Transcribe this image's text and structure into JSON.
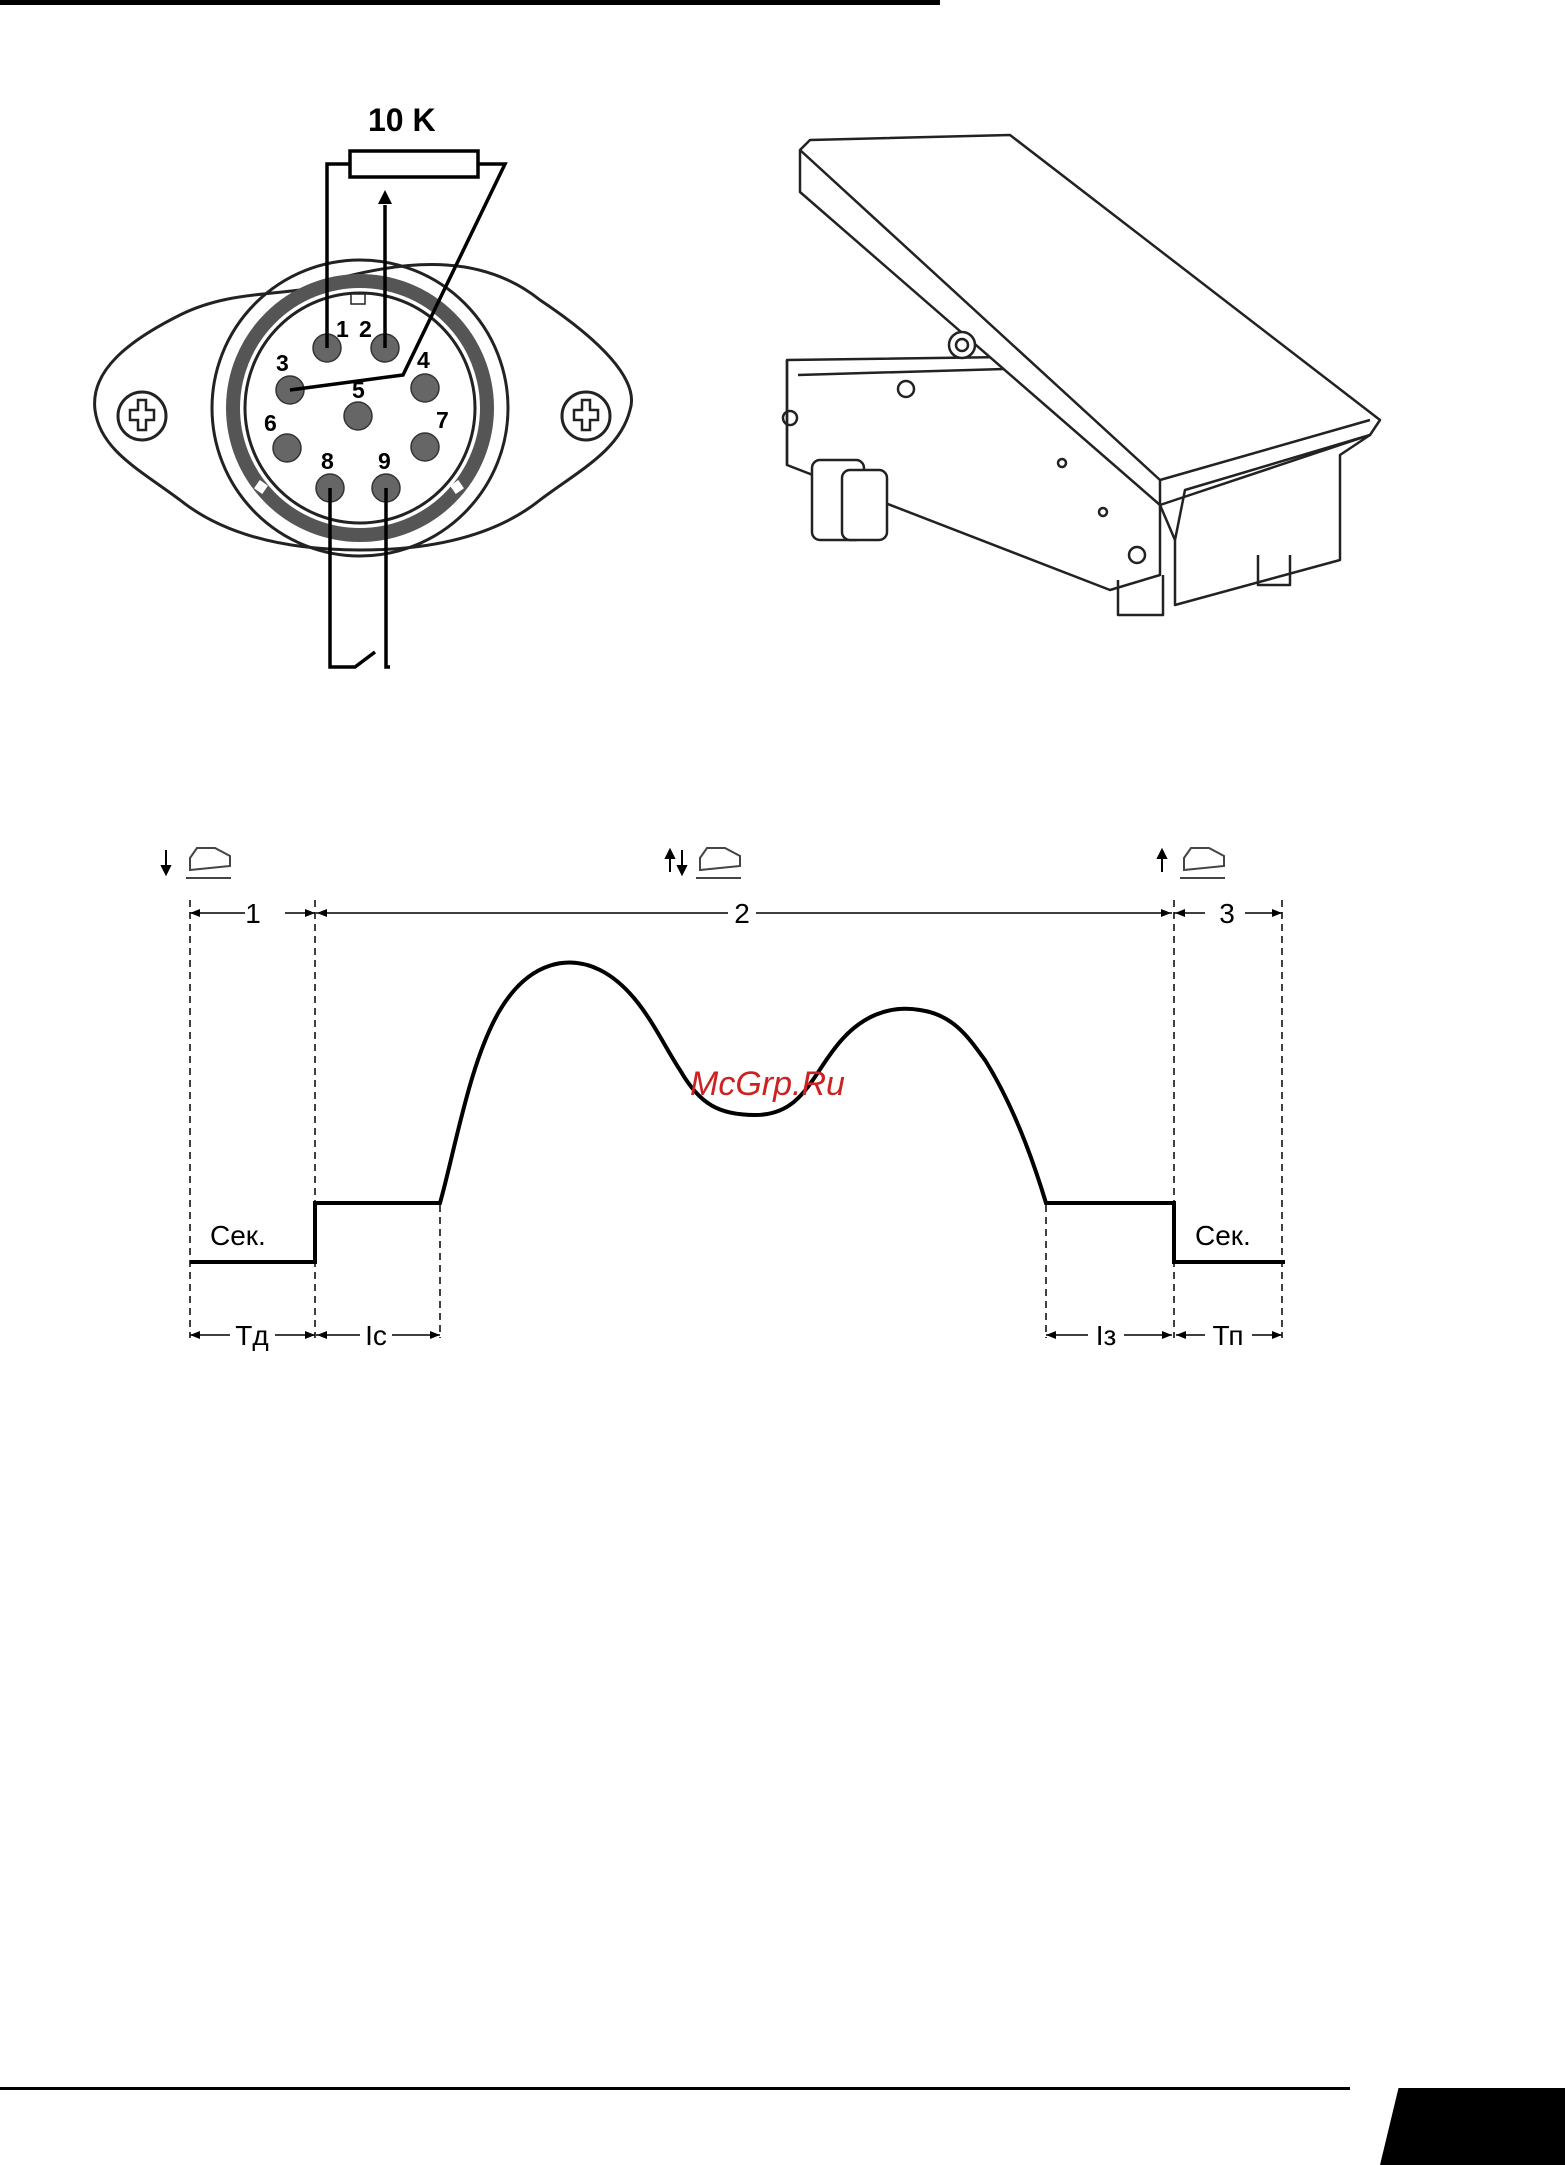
{
  "connector": {
    "resistor_label": "10 K",
    "pins": [
      "1",
      "2",
      "3",
      "4",
      "5",
      "6",
      "7",
      "8",
      "9"
    ]
  },
  "timing": {
    "phase_labels": [
      "1",
      "2",
      "3"
    ],
    "level_left": "Сек.",
    "level_right": "Сек.",
    "interval_labels": [
      "Тд",
      "Iс",
      "Iз",
      "Тп"
    ]
  },
  "watermark": "McGrp.Ru"
}
